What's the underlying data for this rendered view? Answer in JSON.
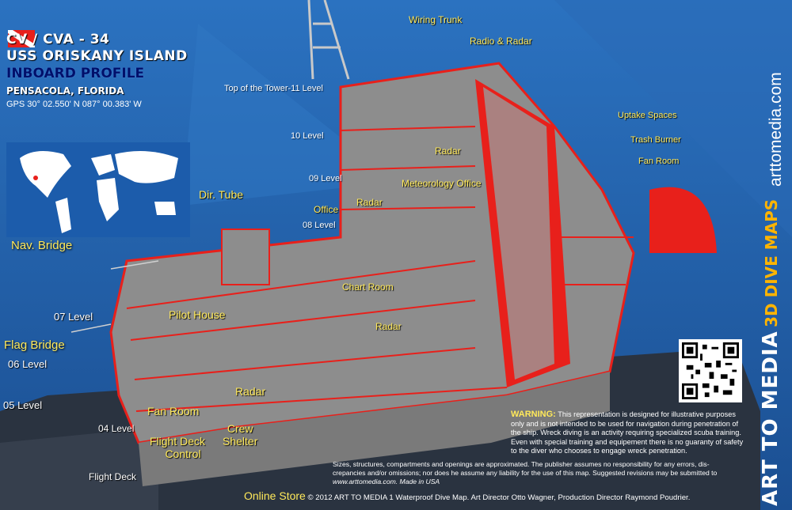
{
  "title": {
    "line1": "CV / CVA - 34",
    "line2": "USS ORISKANY ISLAND",
    "line3": "INBOARD PROFILE",
    "location": "PENSACOLA, FLORIDA",
    "gps": "GPS 30° 02.550' N   087° 00.383' W"
  },
  "levels": {
    "tower": "Top of the Tower-11 Level",
    "l10": "10 Level",
    "l09": "09 Level",
    "l08": "08 Level",
    "l07": "07 Level",
    "l06": "06 Level",
    "l05": "05 Level",
    "l04": "04 Level",
    "flight_deck": "Flight Deck"
  },
  "labels": {
    "wiring_trunk": "Wiring Trunk",
    "radio_radar": "Radio & Radar",
    "uptake": "Uptake Spaces",
    "trash_burner": "Trash Burner",
    "fan_room_top": "Fan Room",
    "radar_upper": "Radar",
    "radar_09": "Radar",
    "meteorology": "Meteorology Office",
    "office": "Office",
    "dir_tube": "Dir. Tube",
    "nav_bridge": "Nav. Bridge",
    "pilot_house": "Pilot House",
    "chart_room": "Chart Room",
    "radar_mid": "Radar",
    "flag_bridge": "Flag Bridge",
    "radar_low": "Radar",
    "fan_room_low": "Fan Room",
    "flight_deck_control_1": "Flight Deck",
    "flight_deck_control_2": "Control",
    "crew_shelter_1": "Crew",
    "crew_shelter_2": "Shelter"
  },
  "warning": {
    "head": "WARNING:",
    "body": "This representation is designed for illustrative purposes only and is not intended to be used for navigation during penetration of the ship. Wreck diving is an activity requiring specialized scuba training. Even with special training and equipement there is no guaranty of safety to the diver who chooses to engage wreck penetration."
  },
  "fine_print": {
    "line1": "Sizes, structures, compartments and openings are approximated. The publisher assumes no responsibility for any errors, dis-",
    "line2": "crepancies and/or omissions; nor does he assume any liability for the use of this map. Suggested revisions may be submitted to",
    "line3": "www.arttomedia.com.  Made in USA"
  },
  "footer": {
    "store": "Online Store",
    "copyright": "© 2012 ART TO MEDIA 1 Waterproof Dive Map. Art Director Otto Wagner, Production Director Raymond Poudrier."
  },
  "brand": {
    "name": "ART TO MEDIA",
    "tagline": "3D DIVE MAPS",
    "site": "arttomedia.com"
  },
  "colors": {
    "background": "#1f5fa8",
    "hull_red": "#e8201b",
    "structure_gray": "#8d8d8d",
    "label_yellow": "#ffe95a"
  }
}
